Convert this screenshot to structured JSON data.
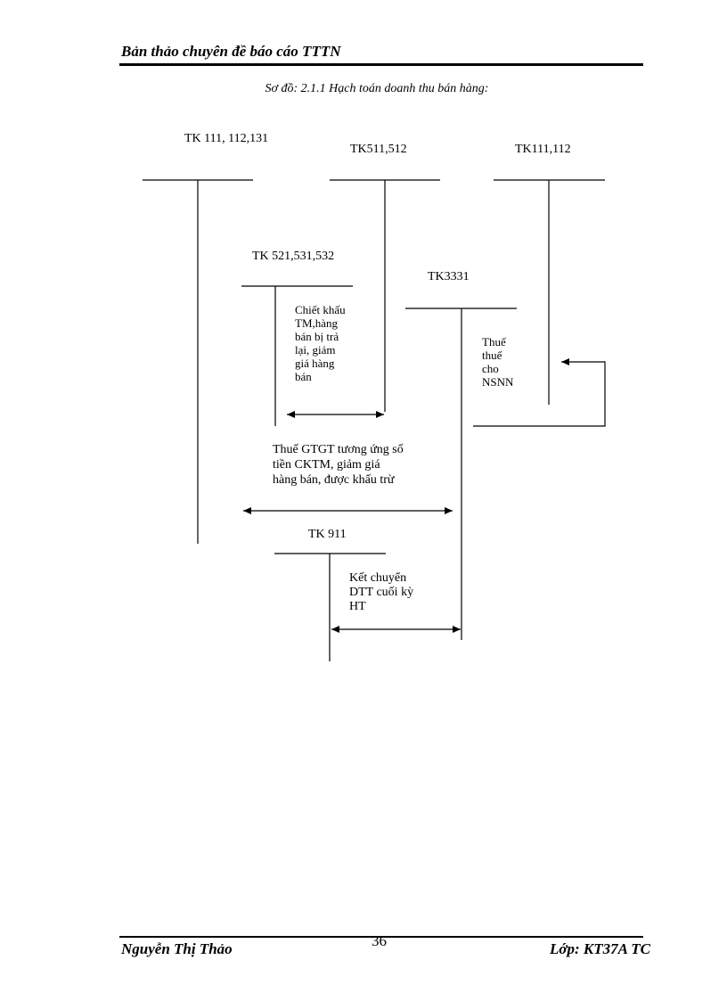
{
  "header": {
    "title": "Bản thảo chuyên đề báo cáo TTTN"
  },
  "diagram": {
    "caption": "Sơ đồ: 2.1.1 Hạch toán doanh thu bán hàng:",
    "accounts": {
      "tk111_112_131": "TK 111, 112,131",
      "tk511_512": "TK511,512",
      "tk111_112": "TK111,112",
      "tk521_531_532": "TK 521,531,532",
      "tk3331": "TK3331",
      "tk911": "TK 911"
    },
    "notes": {
      "chiet_khau": "Chiết khấu\nTM,hàng\nbán bị trả\nlại, giảm\ngiá hàng\nbán",
      "thue_nsnn": "Thuế\nthuế\ncho\nNSNN",
      "thue_gtgt": "Thuế GTGT tương ứng số\ntiền CKTM, giảm giá\nhàng bán, được khấu trừ",
      "ket_chuyen": "Kết chuyển\nDTT cuối kỳ\nHT"
    }
  },
  "footer": {
    "author": "Nguyễn Thị Thảo",
    "page_number": "36",
    "class_label": "Lớp: KT37A TC"
  }
}
